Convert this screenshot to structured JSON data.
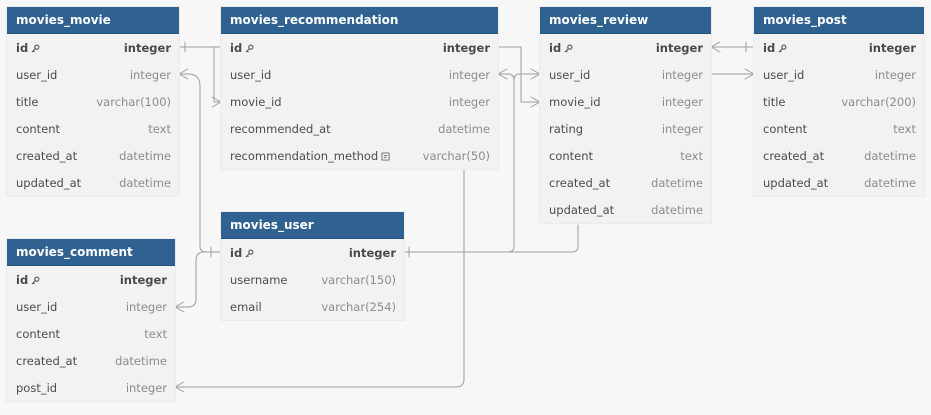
{
  "colors": {
    "header": "#2f6291",
    "body": "#f2f2f3",
    "line": "#9d9d9d"
  },
  "tables": [
    {
      "id": "movies_movie",
      "name": "movies_movie",
      "fields": [
        {
          "name": "id",
          "type": "integer",
          "pk": true
        },
        {
          "name": "user_id",
          "type": "integer"
        },
        {
          "name": "title",
          "type": "varchar(100)"
        },
        {
          "name": "content",
          "type": "text"
        },
        {
          "name": "created_at",
          "type": "datetime"
        },
        {
          "name": "updated_at",
          "type": "datetime"
        }
      ]
    },
    {
      "id": "movies_recommendation",
      "name": "movies_recommendation",
      "fields": [
        {
          "name": "id",
          "type": "integer",
          "pk": true
        },
        {
          "name": "user_id",
          "type": "integer"
        },
        {
          "name": "movie_id",
          "type": "integer"
        },
        {
          "name": "recommended_at",
          "type": "datetime"
        },
        {
          "name": "recommendation_method",
          "type": "varchar(50)",
          "note": true
        }
      ]
    },
    {
      "id": "movies_review",
      "name": "movies_review",
      "fields": [
        {
          "name": "id",
          "type": "integer",
          "pk": true
        },
        {
          "name": "user_id",
          "type": "integer"
        },
        {
          "name": "movie_id",
          "type": "integer"
        },
        {
          "name": "rating",
          "type": "integer"
        },
        {
          "name": "content",
          "type": "text"
        },
        {
          "name": "created_at",
          "type": "datetime"
        },
        {
          "name": "updated_at",
          "type": "datetime"
        }
      ]
    },
    {
      "id": "movies_post",
      "name": "movies_post",
      "fields": [
        {
          "name": "id",
          "type": "integer",
          "pk": true
        },
        {
          "name": "user_id",
          "type": "integer"
        },
        {
          "name": "title",
          "type": "varchar(200)"
        },
        {
          "name": "content",
          "type": "text"
        },
        {
          "name": "created_at",
          "type": "datetime"
        },
        {
          "name": "updated_at",
          "type": "datetime"
        }
      ]
    },
    {
      "id": "movies_user",
      "name": "movies_user",
      "fields": [
        {
          "name": "id",
          "type": "integer",
          "pk": true
        },
        {
          "name": "username",
          "type": "varchar(150)"
        },
        {
          "name": "email",
          "type": "varchar(254)"
        }
      ]
    },
    {
      "id": "movies_comment",
      "name": "movies_comment",
      "fields": [
        {
          "name": "id",
          "type": "integer",
          "pk": true
        },
        {
          "name": "user_id",
          "type": "integer"
        },
        {
          "name": "content",
          "type": "text"
        },
        {
          "name": "created_at",
          "type": "datetime"
        },
        {
          "name": "post_id",
          "type": "integer"
        }
      ]
    }
  ],
  "relations": [
    {
      "from": "movies_movie.user_id",
      "to": "movies_user.id"
    },
    {
      "from": "movies_recommendation.movie_id",
      "to": "movies_movie.id"
    },
    {
      "from": "movies_recommendation.user_id",
      "to": "movies_user.id"
    },
    {
      "from": "movies_review.user_id",
      "to": "movies_user.id"
    },
    {
      "from": "movies_review.movie_id",
      "to": "movies_movie.id"
    },
    {
      "from": "movies_post.user_id",
      "to": "movies_user.id"
    },
    {
      "from": "movies_comment.user_id",
      "to": "movies_user.id"
    },
    {
      "from": "movies_comment.post_id",
      "to": "movies_post.id"
    }
  ]
}
